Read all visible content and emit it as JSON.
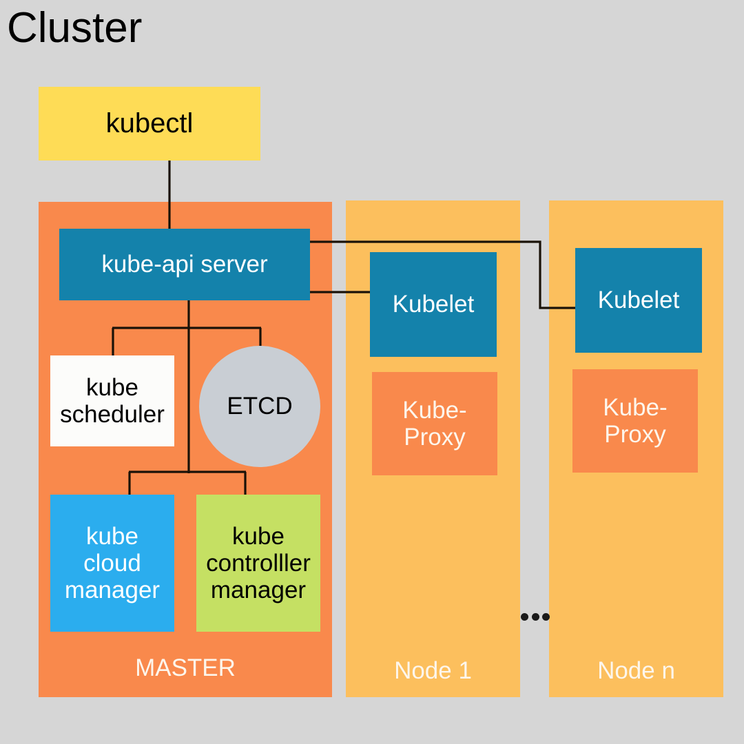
{
  "title": "Cluster",
  "colors": {
    "background": "#d6d6d6",
    "kubectl": "#fedc56",
    "master": "#f9894c",
    "node": "#fcbf5d",
    "teal": "#1482ab",
    "white_box": "#fcfcfa",
    "etcd_gray": "#c9ced4",
    "cloud_blue": "#2badee",
    "controller_green": "#c5e063",
    "connector": "#1a1208"
  },
  "client": {
    "kubectl_label": "kubectl"
  },
  "master": {
    "label": "MASTER",
    "api_server_label": "kube-api server",
    "scheduler_label_line1": "kube",
    "scheduler_label_line2": "scheduler",
    "etcd_label": "ETCD",
    "cloud_manager_line1": "kube",
    "cloud_manager_line2": "cloud",
    "cloud_manager_line3": "manager",
    "controller_manager_line1": "kube",
    "controller_manager_line2": "controlller",
    "controller_manager_line3": "manager"
  },
  "nodes": [
    {
      "label": "Node 1",
      "kubelet_label": "Kubelet",
      "kube_proxy_line1": "Kube-",
      "kube_proxy_line2": "Proxy"
    },
    {
      "label": "Node n",
      "kubelet_label": "Kubelet",
      "kube_proxy_line1": "Kube-",
      "kube_proxy_line2": "Proxy"
    }
  ],
  "separator": {
    "ellipsis": "..."
  }
}
